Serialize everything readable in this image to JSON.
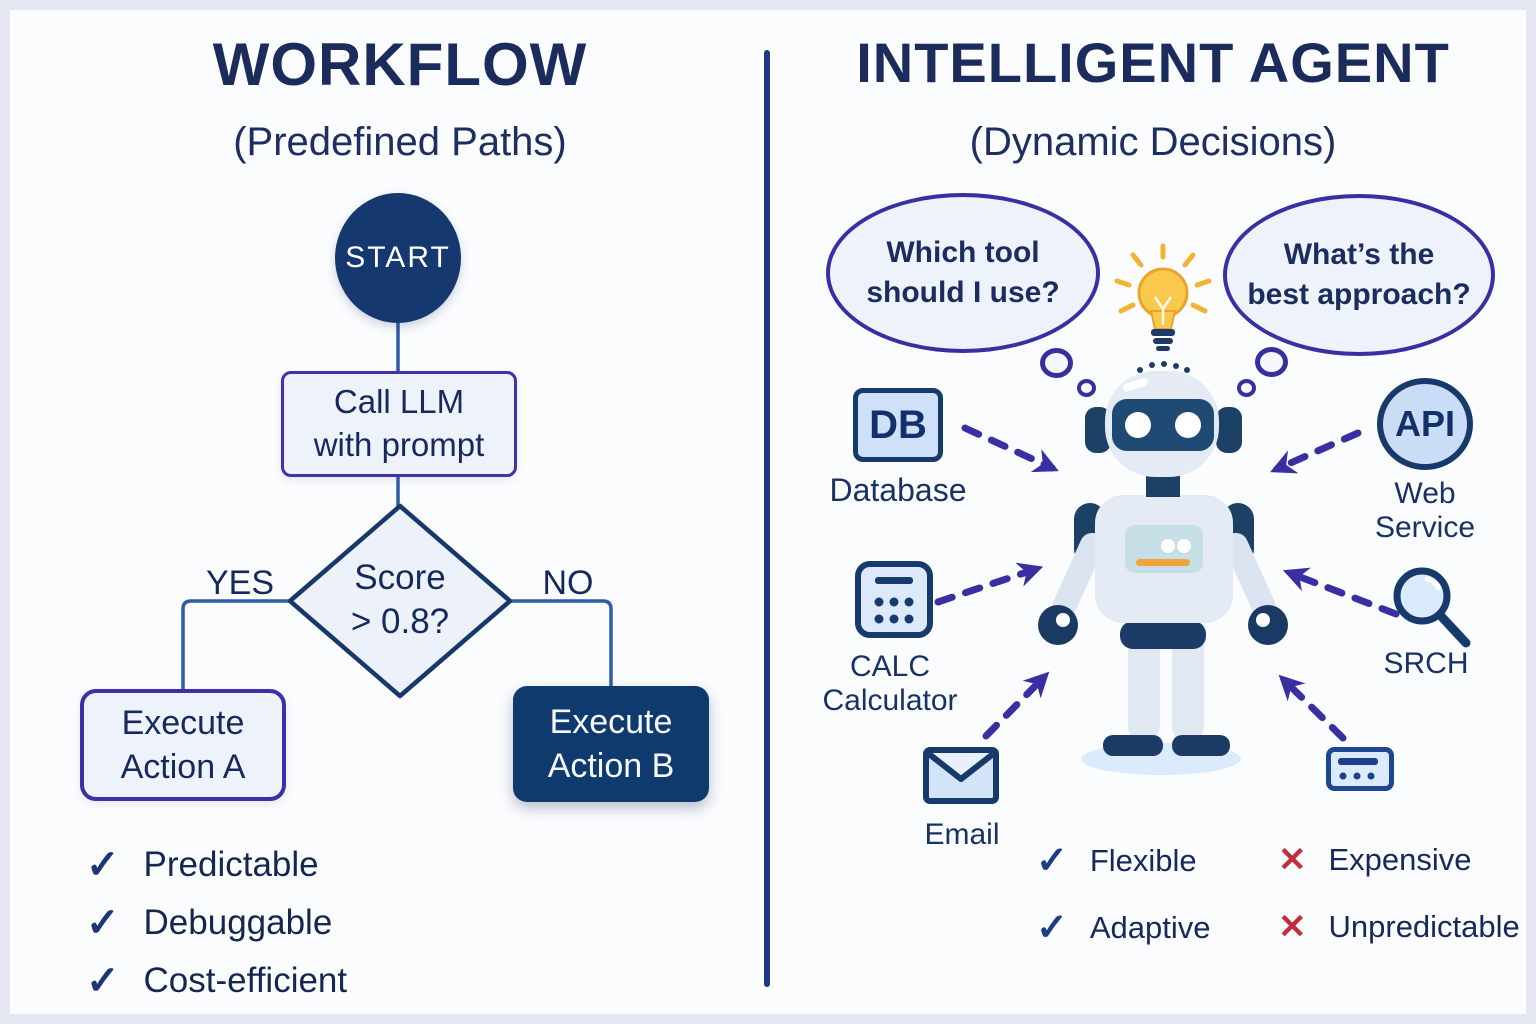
{
  "left_panel": {
    "title": "WORKFLOW",
    "subtitle": "(Predefined Paths)",
    "flowchart": {
      "start": "START",
      "call_llm": "Call LLM\nwith prompt",
      "decision": "Score\n> 0.8?",
      "branch_yes": "YES",
      "branch_no": "NO",
      "action_a": "Execute\nAction A",
      "action_b": "Execute\nAction B"
    },
    "check_glyph": "✓",
    "checklist": [
      "Predictable",
      "Debuggable",
      "Cost-efficient"
    ]
  },
  "right_panel": {
    "title": "INTELLIGENT AGENT",
    "subtitle": "(Dynamic Decisions)",
    "thought_bubble_left": "Which tool\nshould I use?",
    "thought_bubble_right": "What’s the\nbest approach?",
    "tools": {
      "db_abbr": "DB",
      "db_label": "Database",
      "calc_abbr": "CALC",
      "calc_label": "Calculator",
      "email_label": "Email",
      "api_abbr": "API",
      "api_label": "Web\nService",
      "search_label": "SRCH"
    },
    "check_glyph": "✓",
    "cross_glyph": "✕",
    "pros": [
      "Flexible",
      "Adaptive"
    ],
    "cons": [
      "Expensive",
      "Unpredictable"
    ]
  },
  "colors": {
    "title_navy": "#1b2b5c",
    "flow_line_blue": "#2e5ca8",
    "node_border_purple": "#3d2fa6",
    "node_fill_light": "#eef2fa",
    "dark_node_fill": "#0e3a6e",
    "start_node_fill": "#15386e",
    "diamond_border": "#17386b",
    "arrow_purple": "#3a2fa2",
    "bubble_border": "#372fa2",
    "icon_border_navy": "#173a6c",
    "icon_fill_blue": "#cfe1f8",
    "check_navy": "#1e3c86",
    "cross_red": "#c22f3c",
    "bulb_yellow": "#f8c94d",
    "divider_navy": "#1d3a8a"
  }
}
